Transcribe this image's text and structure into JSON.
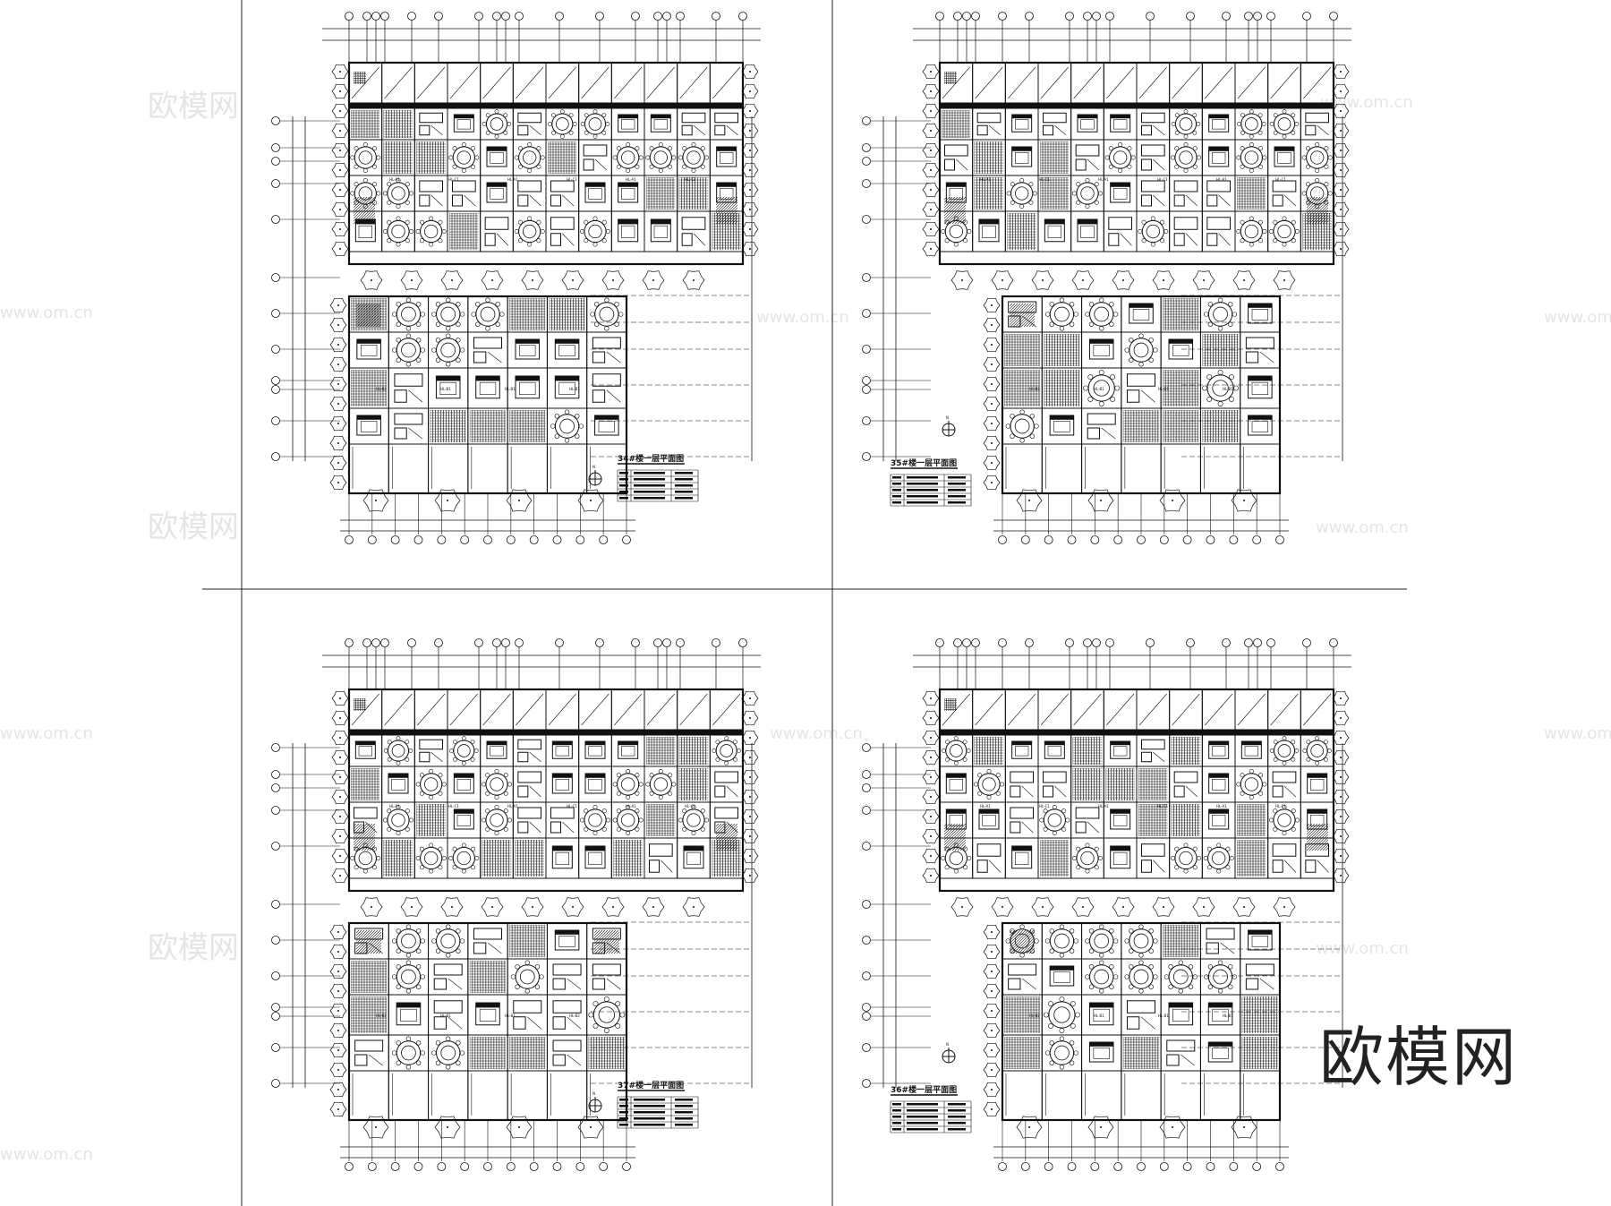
{
  "sheets": [
    {
      "title": "34#楼一层平面图",
      "north": "N",
      "rooms": [
        "HL-A1",
        "HL-C1",
        "HL-A1",
        "HL-C1",
        "HL-A1",
        "HL-C2",
        "HL-B2",
        "HL-B1",
        "HL-B1",
        "HL-B1"
      ],
      "table_rows": 5
    },
    {
      "title": "35#楼一层平面图",
      "north": "N",
      "rooms": [
        "HL-A1",
        "HL-C1",
        "HL-A1",
        "HL-C1",
        "HL-A1",
        "HL-C1",
        "HL-B2",
        "HL-B1",
        "HL-B1",
        "HL-B1"
      ],
      "table_rows": 5
    },
    {
      "title": "37#楼一层平面图",
      "north": "N",
      "rooms": [
        "HL-A1",
        "HL-C1",
        "HL-A1",
        "HL-C1",
        "HL-A1",
        "HL-C2",
        "HL-B2",
        "HL-B1",
        "HL-B1",
        "HL-B2"
      ],
      "table_rows": 5
    },
    {
      "title": "36#楼一层平面图",
      "north": "N",
      "rooms": [
        "HL-A1",
        "HL-C1",
        "HL-A1",
        "HL-C1",
        "HL-A1",
        "HL-C1",
        "HL-B2",
        "HL-B1",
        "HL-B1",
        "HL-B1"
      ],
      "table_rows": 5
    }
  ],
  "watermark": {
    "cn": "欧模网",
    "url": "www.om.cn"
  },
  "logo": "欧模网",
  "colors": {
    "line": "#111111",
    "paper": "#ffffff",
    "watermark": "#cccccc"
  }
}
